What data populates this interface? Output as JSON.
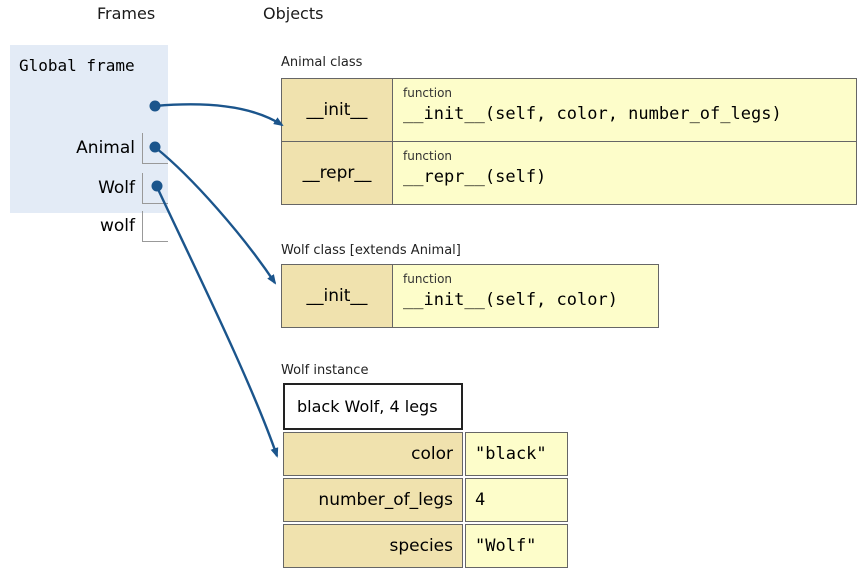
{
  "header": {
    "frames_label": "Frames",
    "objects_label": "Objects"
  },
  "global_frame": {
    "title": "Global frame",
    "variables": [
      {
        "name": "Animal",
        "points_to": "animal_class"
      },
      {
        "name": "Wolf",
        "points_to": "wolf_class"
      },
      {
        "name": "wolf",
        "points_to": "wolf_instance"
      }
    ]
  },
  "objects": {
    "animal_class": {
      "label": "Animal class",
      "rows": [
        {
          "name": "__init__",
          "type": "function",
          "value": "__init__(self, color, number_of_legs)"
        },
        {
          "name": "__repr__",
          "type": "function",
          "value": "__repr__(self)"
        }
      ]
    },
    "wolf_class": {
      "label": "Wolf class [extends Animal]",
      "rows": [
        {
          "name": "__init__",
          "type": "function",
          "value": "__init__(self, color)"
        }
      ]
    },
    "wolf_instance": {
      "label": "Wolf instance",
      "repr": "black Wolf, 4 legs",
      "attributes": [
        {
          "name": "color",
          "value": "\"black\""
        },
        {
          "name": "number_of_legs",
          "value": "4"
        },
        {
          "name": "species",
          "value": "\"Wolf\""
        }
      ]
    }
  },
  "colors": {
    "arrow": "#1b558c",
    "frame_bg": "#e3ebf6",
    "attr_name_cell_bg": "#f0e2ae",
    "value_cell_bg": "#fdfdca",
    "cell_border": "#666666",
    "bracket_gray": "#999999"
  }
}
